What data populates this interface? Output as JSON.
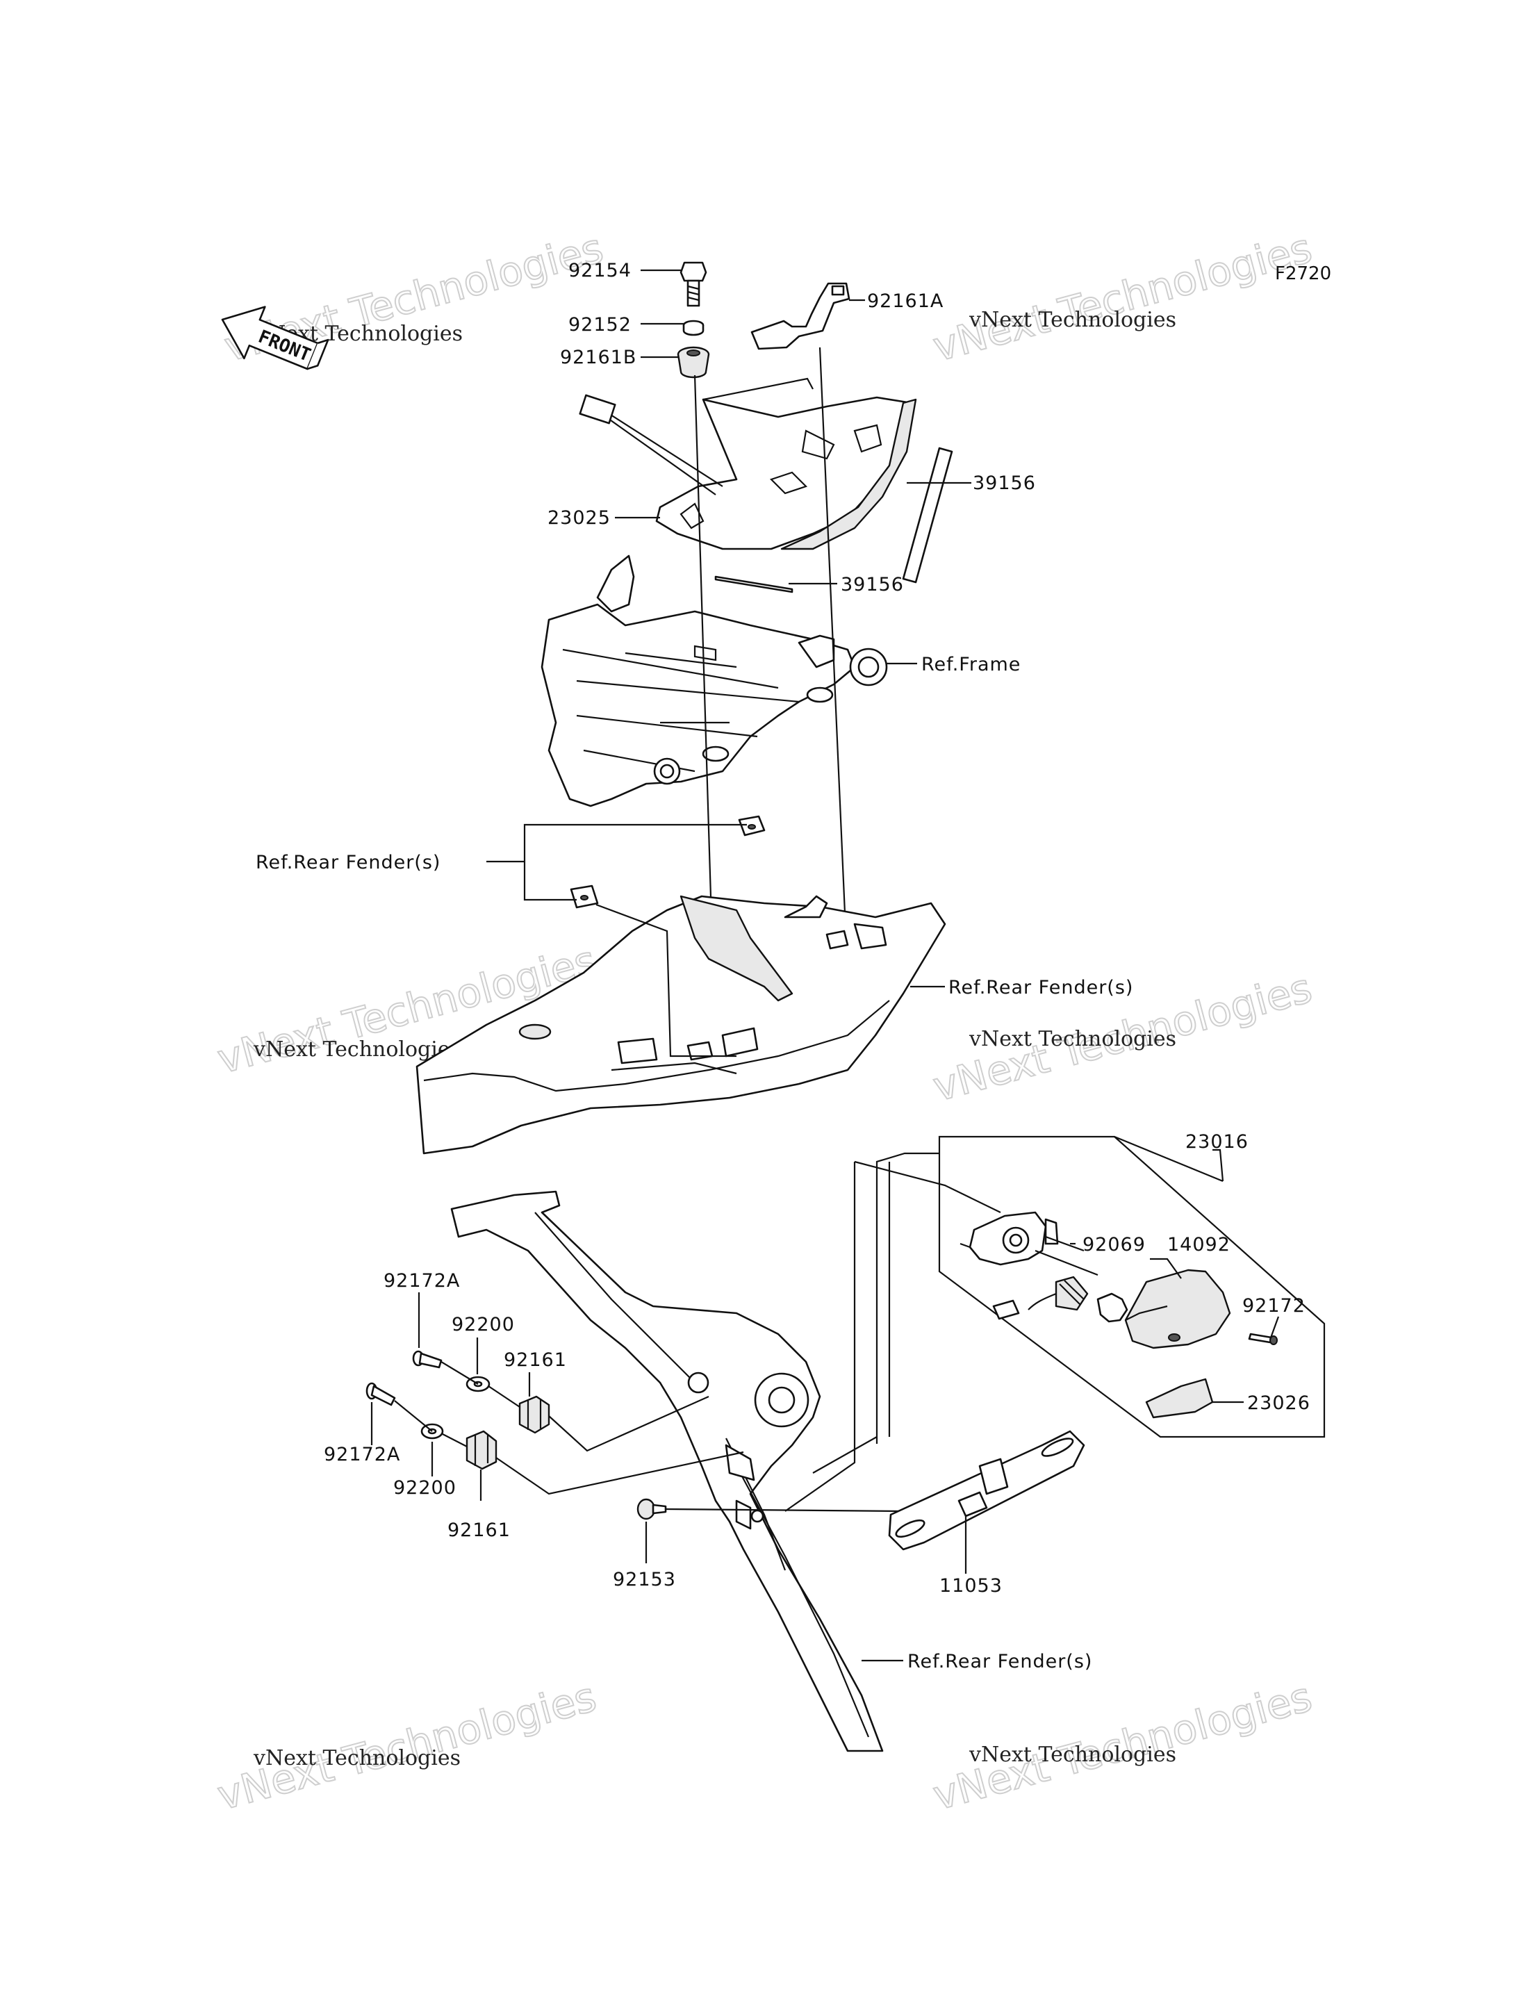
{
  "diagram_code": "F2720",
  "front_marker": "FRONT",
  "watermark": {
    "line1": "vNext Technologies",
    "line2": "vNext Technologies"
  },
  "callouts": [
    {
      "id": "c92154",
      "text": "92154"
    },
    {
      "id": "c92152",
      "text": "92152"
    },
    {
      "id": "c92161B",
      "text": "92161B"
    },
    {
      "id": "c92161A",
      "text": "92161A"
    },
    {
      "id": "c39156a",
      "text": "39156"
    },
    {
      "id": "c23025",
      "text": "23025"
    },
    {
      "id": "c39156b",
      "text": "39156"
    },
    {
      "id": "crefframe",
      "text": "Ref.Frame"
    },
    {
      "id": "crearfender1",
      "text": "Ref.Rear Fender(s)"
    },
    {
      "id": "crearfender2",
      "text": "Ref.Rear Fender(s)"
    },
    {
      "id": "c23016",
      "text": "23016"
    },
    {
      "id": "c92069",
      "text": "92069"
    },
    {
      "id": "c14092",
      "text": "14092"
    },
    {
      "id": "c92172",
      "text": "92172"
    },
    {
      "id": "c23026",
      "text": "23026"
    },
    {
      "id": "c92172A1",
      "text": "92172A"
    },
    {
      "id": "c92200a",
      "text": "92200"
    },
    {
      "id": "c92161a",
      "text": "92161"
    },
    {
      "id": "c92172A2",
      "text": "92172A"
    },
    {
      "id": "c92200b",
      "text": "92200"
    },
    {
      "id": "c92161b",
      "text": "92161"
    },
    {
      "id": "c92153",
      "text": "92153"
    },
    {
      "id": "c11053",
      "text": "11053"
    },
    {
      "id": "crearfender3",
      "text": "Ref.Rear Fender(s)"
    }
  ]
}
